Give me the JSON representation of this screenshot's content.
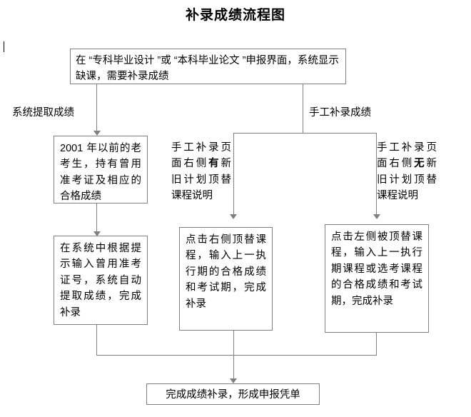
{
  "document": {
    "title": "补录成绩流程图",
    "line_color": "#808080",
    "text_color": "#000000",
    "background": "#ffffff"
  },
  "flowchart": {
    "type": "flowchart",
    "start": {
      "id": "start",
      "text": "在 “专科毕业设计 ”或 “本科毕业论文 ”申报界面，系统显示缺课，需要补录成绩"
    },
    "branch_labels": [
      {
        "id": "branch-left",
        "text": "系统提取成绩"
      },
      {
        "id": "branch-right",
        "text": "手工补录成绩"
      }
    ],
    "middle_row": [
      {
        "id": "cond-left",
        "boxed": true,
        "text": "2001 年以前的老考生，持有曾用准考证及相应的合格成绩"
      },
      {
        "id": "cond-middle",
        "boxed": false,
        "text_parts": [
          {
            "text": "手工补录页面右侧",
            "bold": false
          },
          {
            "text": "有",
            "bold": true
          },
          {
            "text": "新旧计划顶替课程说明",
            "bold": false
          }
        ]
      },
      {
        "id": "cond-right",
        "boxed": false,
        "text_parts": [
          {
            "text": "手工补录页面右侧",
            "bold": false
          },
          {
            "text": "无",
            "bold": true
          },
          {
            "text": "新旧计划顶替课程说明",
            "bold": false
          }
        ]
      }
    ],
    "action_row": [
      {
        "id": "action-left",
        "boxed": true,
        "text": "在系统中根据提示输入曾用准考证号，系统自动提取成绩，完成补录"
      },
      {
        "id": "action-middle",
        "boxed": true,
        "text": "点击右侧顶替课程，输入上一执行期的合格成绩和考试期，完成补录"
      },
      {
        "id": "action-right",
        "boxed": true,
        "text": "点击左侧被顶替课程，输入上一执行期课程或选考课程的合格成绩和考试期，完成补录"
      }
    ],
    "end": {
      "id": "end",
      "text": "完成成绩补录，形成申报凭单"
    }
  }
}
